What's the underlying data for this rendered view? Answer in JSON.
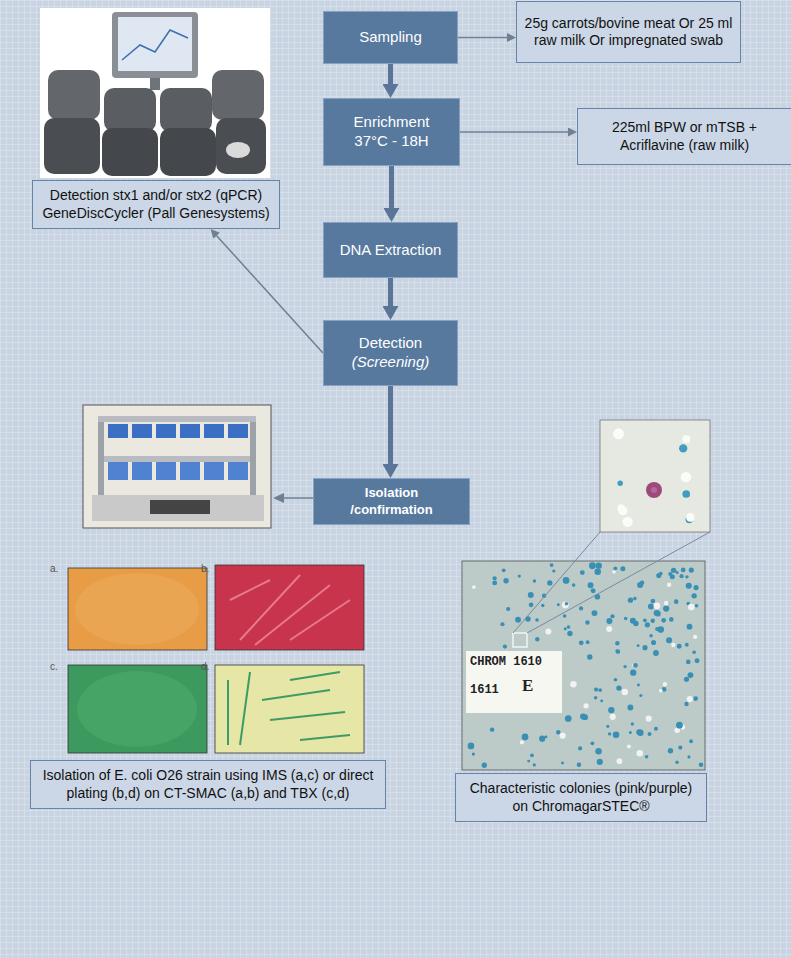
{
  "diagram": {
    "nodes": [
      {
        "text": [
          "Sampling"
        ]
      },
      {
        "text": [
          "25g carrots/bovine meat Or 25 ml raw milk Or impregnated swab"
        ]
      },
      {
        "text": [
          "Enrichment 37°C - 18H"
        ]
      },
      {
        "text": [
          "225ml BPW or mTSB + Acriflavine (raw milk)"
        ]
      },
      {
        "text": [
          "Detection stx1 and/or stx2 (qPCR) GeneDiscCycler (Pall Genesystems)"
        ]
      },
      {
        "text": [
          "DNA Extraction"
        ]
      },
      {
        "text": [
          "Detection",
          "(Screening)"
        ]
      },
      {
        "text": [
          "Isolation /confirmation"
        ]
      },
      {
        "text": [
          "Characteristic colonies (pink/purple) on ChromagarSTEC®"
        ]
      },
      {
        "text": [
          "Isolation of E. coli O26 strain using IMS (a,c) or direct plating (b,d) on CT-SMAC (a,b) and TBX (c,d)"
        ]
      }
    ],
    "edges": [
      {
        "from": 0,
        "to": 1,
        "arrow": "to"
      },
      {
        "from": 0,
        "to": 2,
        "arrow": "to"
      },
      {
        "from": 2,
        "to": 3,
        "arrow": "to"
      },
      {
        "from": 2,
        "to": 5,
        "arrow": "to"
      },
      {
        "from": 5,
        "to": 6,
        "arrow": "to"
      },
      {
        "from": 6,
        "to": 4,
        "arrow": "to"
      },
      {
        "from": 6,
        "to": 7,
        "arrow": "to"
      }
    ],
    "labels": [
      "a.",
      "b.",
      "c.",
      "d.",
      "CHROM 1610",
      "1611",
      "E"
    ]
  }
}
